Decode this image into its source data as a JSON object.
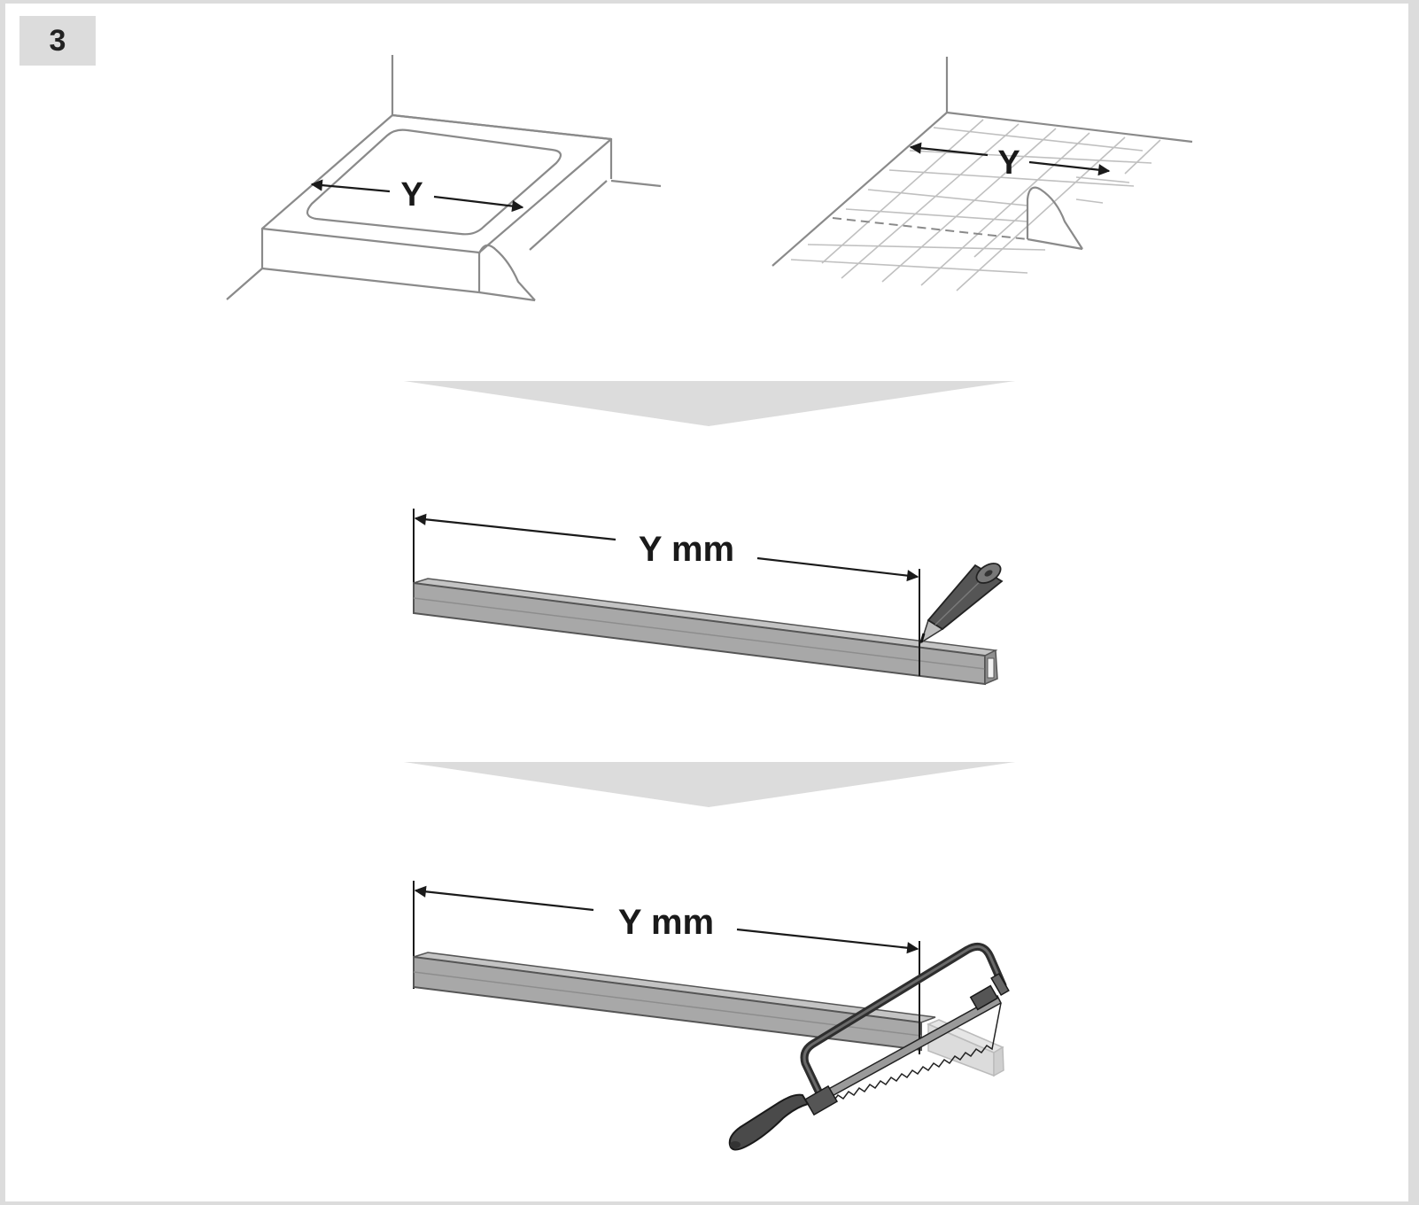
{
  "step": {
    "number": "3"
  },
  "measure": {
    "tray_label": "Y",
    "floor_label": "Y"
  },
  "mark": {
    "dimension_label": "Y mm"
  },
  "cut": {
    "dimension_label": "Y mm"
  },
  "colors": {
    "line": "#8a8a8a",
    "profile": "#a8a8a8",
    "arrow_band": "#dcdcdc",
    "ink": "#1a1a1a"
  }
}
